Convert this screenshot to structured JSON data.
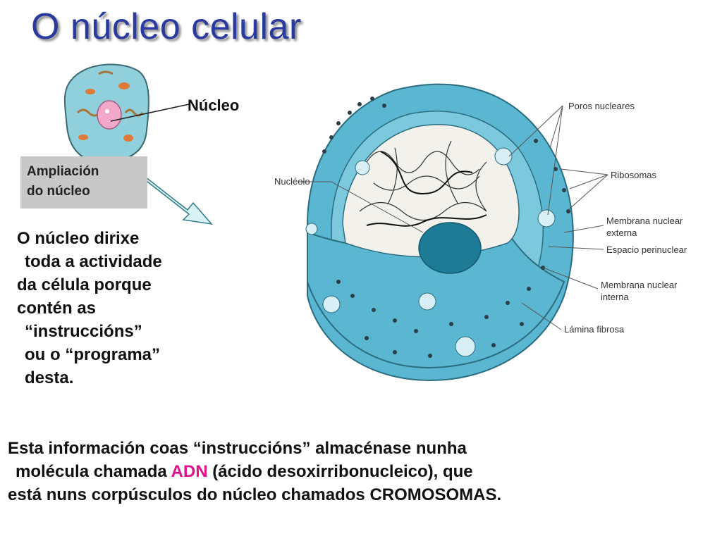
{
  "title": "O núcleo celular",
  "cell_label": "Núcleo",
  "zoom_box": {
    "line1": "Ampliación",
    "line2": "do núcleo"
  },
  "paragraph": [
    "O núcleo dirixe",
    "toda a actividade",
    "da célula porque",
    "contén as",
    "“instruccións”",
    "ou o “programa”",
    "desta."
  ],
  "bottom_text": {
    "line1": "Esta información coas “instruccións” almacénase nunha",
    "line2_before": "molécula chamada ",
    "line2_highlight": "ADN",
    "line2_after": " (ácido desoxirribonucleico), que",
    "line3": "está nuns corpúsculos do núcleo chamados CROMOSOMAS."
  },
  "diagram_labels": {
    "nucleolo": "Nucléolo",
    "poros": "Poros nucleares",
    "ribosomas": "Ribosomas",
    "membrana_externa_1": "Membrana nuclear",
    "membrana_externa_2": "externa",
    "espacio": "Espacio perinuclear",
    "membrana_interna_1": "Membrana nuclear",
    "membrana_interna_2": "interna",
    "lamina": "Lámina fibrosa"
  },
  "colors": {
    "title": "#2b3a9e",
    "highlight": "#e0138c",
    "nucleus_blue": "#5bb6d1",
    "nucleolus": "#1e7b96"
  }
}
